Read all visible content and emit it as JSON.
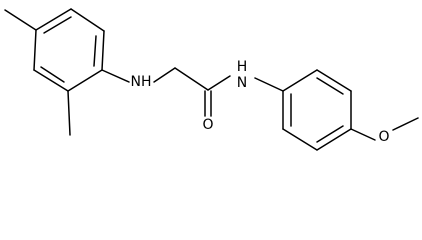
{
  "molecule": {
    "atom_labels": {
      "nh_amine": "NH",
      "nh_amide": "N",
      "h_amide": "H",
      "o_carbonyl": "O",
      "o_methoxy": "O"
    },
    "colors": {
      "bond": "#000000",
      "text": "#000000",
      "background": "#ffffff"
    }
  }
}
